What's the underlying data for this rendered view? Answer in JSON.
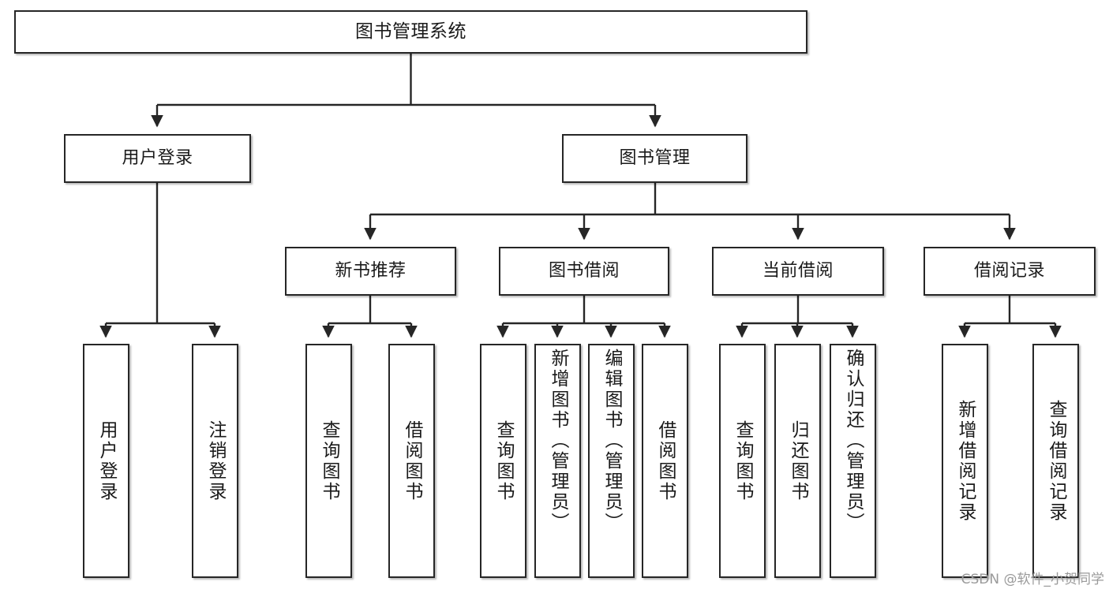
{
  "diagram": {
    "title": "图书管理系统",
    "watermark": "CSDN @软件_小贺同学",
    "accent_color": "#262626",
    "background_color": "#ffffff",
    "root": {
      "id": "root",
      "label": "图书管理系统"
    },
    "level2": [
      {
        "id": "user-login",
        "label": "用户登录"
      },
      {
        "id": "book-manage",
        "label": "图书管理"
      }
    ],
    "level3": [
      {
        "id": "new-book-rec",
        "label": "新书推荐"
      },
      {
        "id": "book-borrow",
        "label": "图书借阅"
      },
      {
        "id": "current-borrow",
        "label": "当前借阅"
      },
      {
        "id": "borrow-record",
        "label": "借阅记录"
      }
    ],
    "leaves": [
      {
        "id": "leaf-user-login",
        "label": "用户登录",
        "parent": "user-login"
      },
      {
        "id": "leaf-logout",
        "label": "注销登录",
        "parent": "user-login"
      },
      {
        "id": "leaf-query-book-1",
        "label": "查询图书",
        "parent": "new-book-rec"
      },
      {
        "id": "leaf-borrow-book-1",
        "label": "借阅图书",
        "parent": "new-book-rec"
      },
      {
        "id": "leaf-query-book-2",
        "label": "查询图书",
        "parent": "book-borrow"
      },
      {
        "id": "leaf-add-book",
        "label": "新增图书（管理员）",
        "parent": "book-borrow"
      },
      {
        "id": "leaf-edit-book",
        "label": "编辑图书（管理员）",
        "parent": "book-borrow"
      },
      {
        "id": "leaf-borrow-book-2",
        "label": "借阅图书",
        "parent": "book-borrow"
      },
      {
        "id": "leaf-query-book-3",
        "label": "查询图书",
        "parent": "current-borrow"
      },
      {
        "id": "leaf-return-book",
        "label": "归还图书",
        "parent": "current-borrow"
      },
      {
        "id": "leaf-confirm-return",
        "label": "确认归还（管理员）",
        "parent": "current-borrow"
      },
      {
        "id": "leaf-add-record",
        "label": "新增借阅记录",
        "parent": "borrow-record"
      },
      {
        "id": "leaf-query-record",
        "label": "查询借阅记录",
        "parent": "borrow-record"
      }
    ]
  }
}
